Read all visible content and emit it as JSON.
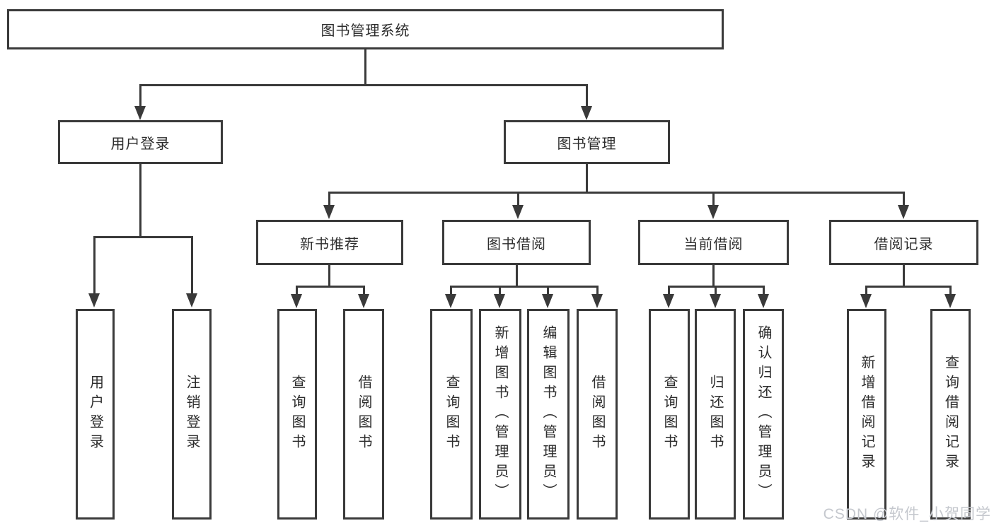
{
  "diagram": {
    "root": {
      "label": "图书管理系统",
      "children": [
        {
          "label": "用户登录",
          "children": [
            {
              "label": "用户登录"
            },
            {
              "label": "注销登录"
            }
          ]
        },
        {
          "label": "图书管理",
          "children": [
            {
              "label": "新书推荐",
              "children": [
                {
                  "label": "查询图书"
                },
                {
                  "label": "借阅图书"
                }
              ]
            },
            {
              "label": "图书借阅",
              "children": [
                {
                  "label": "查询图书"
                },
                {
                  "label": "新增图书（管理员）"
                },
                {
                  "label": "编辑图书（管理员）"
                },
                {
                  "label": "借阅图书"
                }
              ]
            },
            {
              "label": "当前借阅",
              "children": [
                {
                  "label": "查询图书"
                },
                {
                  "label": "归还图书"
                },
                {
                  "label": "确认归还（管理员）"
                }
              ]
            },
            {
              "label": "借阅记录",
              "children": [
                {
                  "label": "新增借阅记录"
                },
                {
                  "label": "查询借阅记录"
                }
              ]
            }
          ]
        }
      ]
    }
  },
  "watermark": {
    "text": "CSDN @软件_小贺同学"
  },
  "colors": {
    "line": "#3a3a3a",
    "text": "#2d2d2d",
    "watermark": "#c5c8ce",
    "background": "#ffffff"
  }
}
